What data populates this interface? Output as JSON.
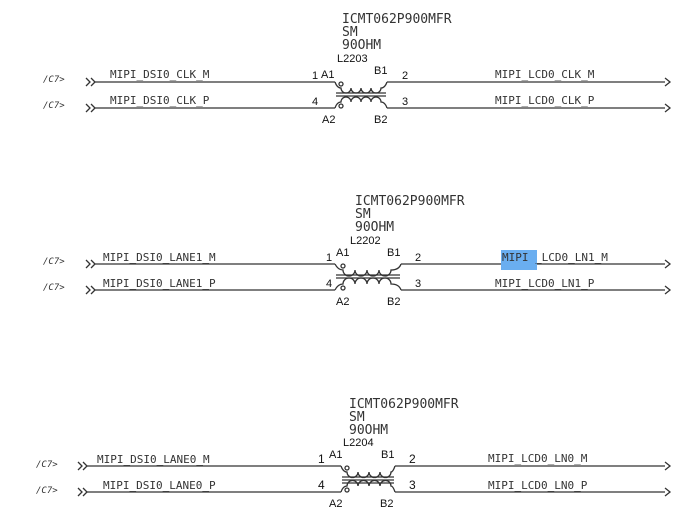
{
  "highlight_color": "#6aaef0",
  "blocks": [
    {
      "part": "ICMT062P900MFR",
      "pkg": "SM",
      "imp": "90OHM",
      "ref": "L2203",
      "pins": {
        "a1": "A1",
        "b1": "B1",
        "a2": "A2",
        "b2": "B2",
        "n1": "1",
        "n2": "2",
        "n3": "3",
        "n4": "4"
      },
      "ports": {
        "top": "/C7>",
        "bottom": "/C7>"
      },
      "nets": {
        "left_top": "MIPI_DSI0_CLK_M",
        "left_bottom": "MIPI_DSI0_CLK_P",
        "right_top": "MIPI_LCD0_CLK_M",
        "right_bottom": "MIPI_LCD0_CLK_P"
      }
    },
    {
      "part": "ICMT062P900MFR",
      "pkg": "SM",
      "imp": "90OHM",
      "ref": "L2202",
      "pins": {
        "a1": "A1",
        "b1": "B1",
        "a2": "A2",
        "b2": "B2",
        "n1": "1",
        "n2": "2",
        "n3": "3",
        "n4": "4"
      },
      "ports": {
        "top": "/C7>",
        "bottom": "/C7>"
      },
      "nets": {
        "left_top": "MIPI_DSI0_LANE1_M",
        "left_bottom": "MIPI_DSI0_LANE1_P",
        "right_top_highlight": "MIPI",
        "right_top": "_LCD0_LN1_M",
        "right_bottom": "MIPI_LCD0_LN1_P"
      }
    },
    {
      "part": "ICMT062P900MFR",
      "pkg": "SM",
      "imp": "90OHM",
      "ref": "L2204",
      "pins": {
        "a1": "A1",
        "b1": "B1",
        "a2": "A2",
        "b2": "B2",
        "n1": "1",
        "n2": "2",
        "n3": "3",
        "n4": "4"
      },
      "ports": {
        "top": "/C7>",
        "bottom": "/C7>"
      },
      "nets": {
        "left_top": "MIPI_DSI0_LANE0_M",
        "left_bottom": "MIPI_DSI0_LANE0_P",
        "right_top": "MIPI_LCD0_LN0_M",
        "right_bottom": "MIPI_LCD0_LN0_P"
      }
    }
  ]
}
